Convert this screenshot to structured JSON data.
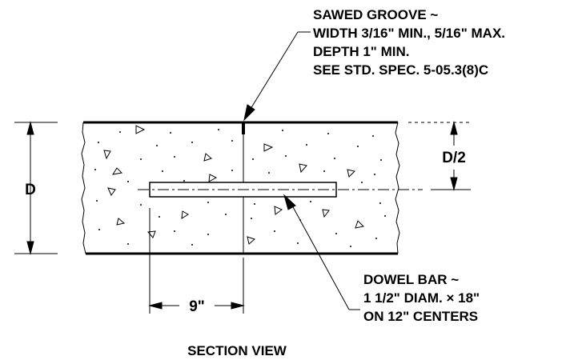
{
  "groove_note": {
    "lines": [
      "SAWED GROOVE ~",
      "WIDTH 3/16\" MIN., 5/16\" MAX.",
      "DEPTH 1\" MIN.",
      "SEE STD. SPEC. 5-05.3(8)C"
    ]
  },
  "dowel_note": {
    "lines": [
      "DOWEL BAR ~",
      "1 1/2\" DIAM. × 18\"",
      "ON 12\" CENTERS"
    ]
  },
  "dimensions": {
    "depth": "D",
    "half_depth": "D/2",
    "spacing": "9\""
  },
  "title": "SECTION VIEW",
  "colors": {
    "line": "#000000",
    "background": "#ffffff"
  }
}
